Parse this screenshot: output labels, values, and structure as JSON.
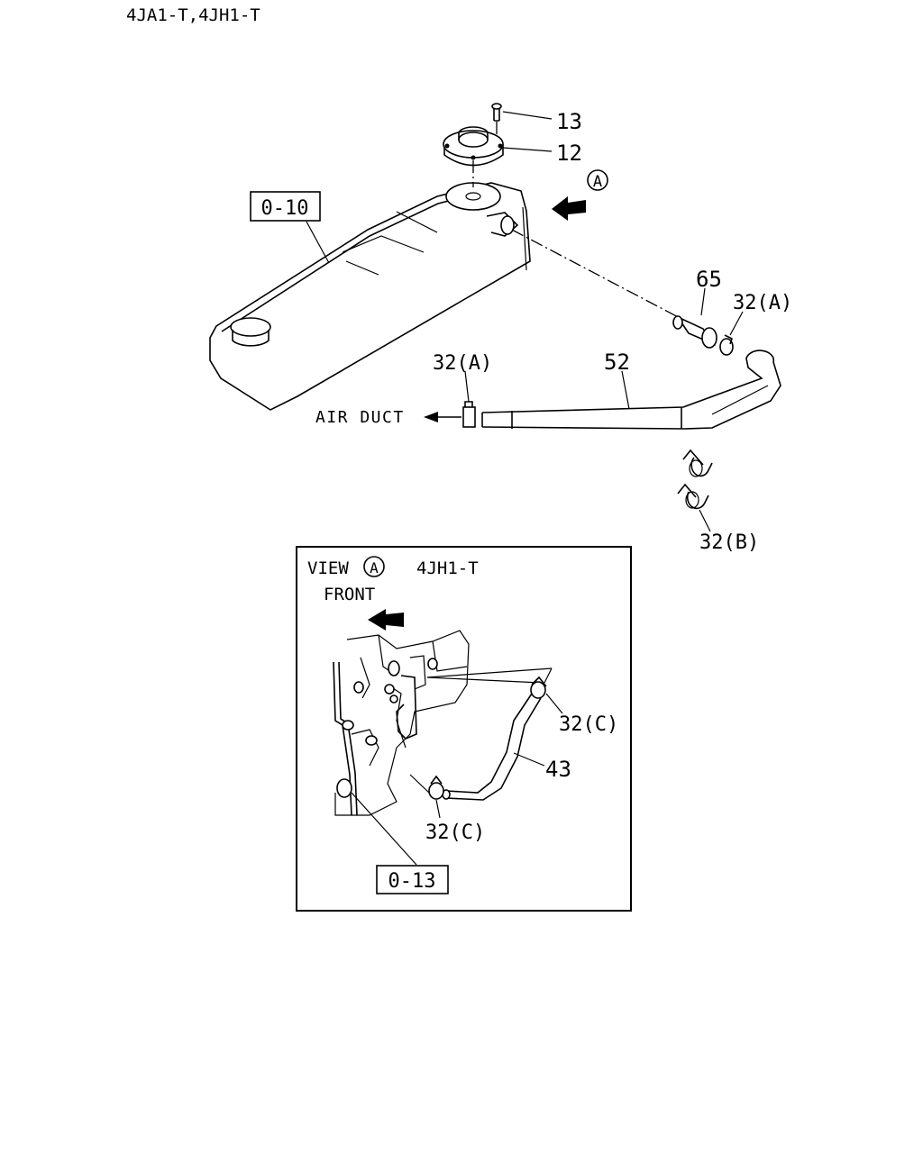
{
  "header": {
    "title": "4JA1-T,4JH1-T"
  },
  "main": {
    "refs": {
      "r1": "0-10",
      "r2": "0-13"
    },
    "parts": {
      "p13": "13",
      "p12": "12",
      "p65": "65",
      "p52": "52",
      "p43": "43",
      "clamp_a_top": "32(A)",
      "clamp_a_left": "32(A)",
      "clamp_b": "32(B)",
      "clamp_c_upper": "32(C)",
      "clamp_c_lower": "32(C)"
    },
    "air_duct_label": "AIR DUCT",
    "view_marker": "A",
    "view": {
      "label": "VIEW",
      "marker": "A",
      "model": "4JH1-T",
      "front": "FRONT"
    }
  }
}
